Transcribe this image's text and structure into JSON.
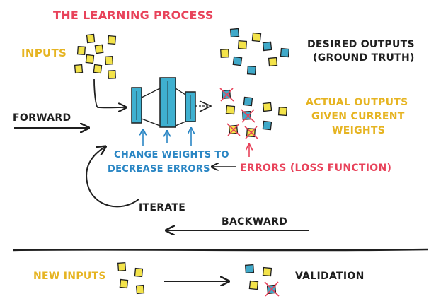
{
  "title": "THE LEARNING PROCESS",
  "labels": {
    "inputs": "INPUTS",
    "desired_outputs_line1": "DESIRED OUTPUTS",
    "desired_outputs_line2": "(GROUND TRUTH)",
    "actual_outputs_line1": "ACTUAL OUTPUTS",
    "actual_outputs_line2": "GIVEN CURRENT",
    "actual_outputs_line3": "WEIGHTS",
    "forward": "FORWARD",
    "change_weights_line1": "CHANGE WEIGHTS TO",
    "change_weights_line2": "DECREASE ERRORS",
    "errors": "ERRORS (LOSS FUNCTION)",
    "iterate": "ITERATE",
    "backward": "BACKWARD",
    "new_inputs": "NEW INPUTS",
    "validation": "VALIDATION"
  },
  "colors": {
    "title": "#e8425a",
    "inputs": "#e6b422",
    "desired": "#1f1f1f",
    "actual": "#e6b422",
    "errors": "#e8425a",
    "change_weights": "#2a86c4",
    "ink": "#1f1f1f",
    "yellow_square": "#f3e34a",
    "blue_square": "#3fa9c9",
    "network": "#3fb0d0"
  }
}
